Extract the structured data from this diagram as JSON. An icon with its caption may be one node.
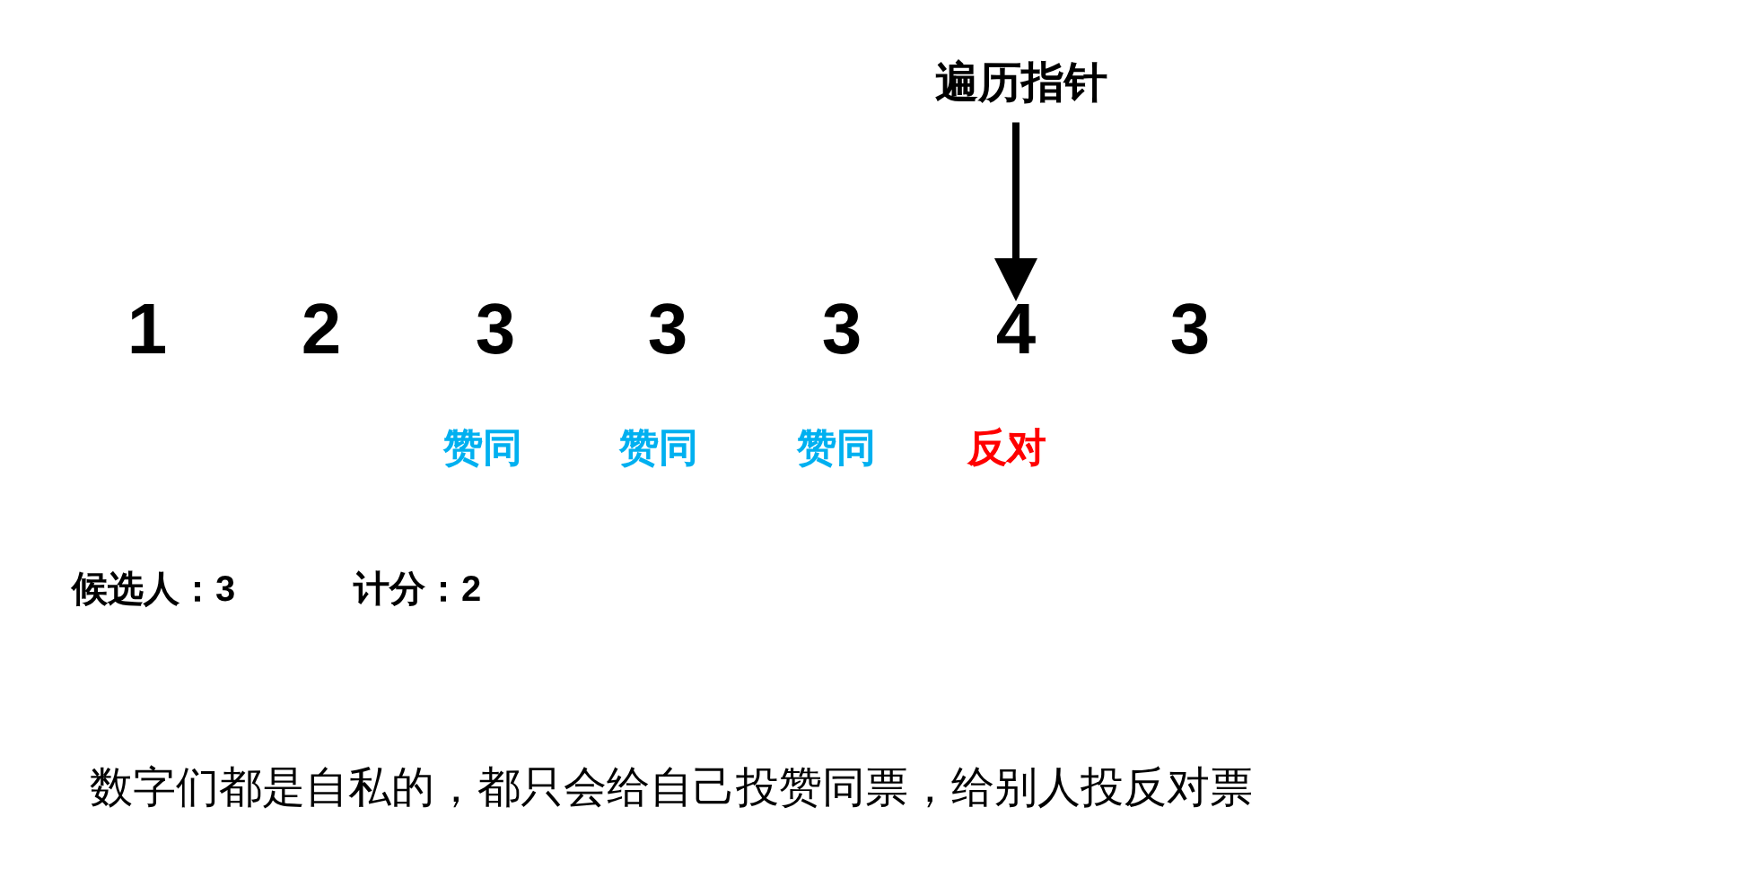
{
  "diagram": {
    "nodes": [
      {
        "text": [
          "遍历指针"
        ]
      },
      {
        "text": [
          "4"
        ]
      }
    ],
    "edges": [
      {
        "from": 0,
        "to": 1,
        "arrow": "to"
      }
    ],
    "labels": [
      "1",
      "2",
      "3",
      "3",
      "3",
      "3",
      "赞同",
      "赞同",
      "赞同",
      "反对",
      "候选人：3",
      "计分：2",
      "数字们都是自私的，都只会给自己投赞同票，给别人投反对票"
    ]
  }
}
